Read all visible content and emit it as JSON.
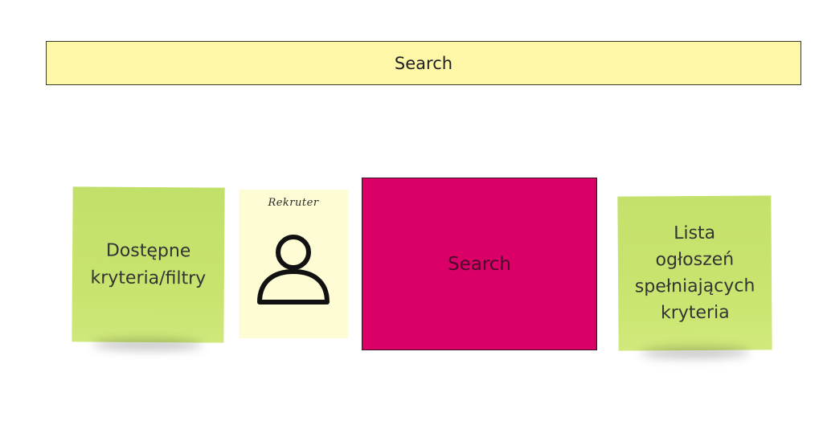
{
  "banner": {
    "label": "Search",
    "color": "#fff7a8"
  },
  "notes": {
    "filters": {
      "label": "Dostępne\nkryteria/filtry",
      "color": "#c5e26d"
    },
    "persona": {
      "label": "Rekruter",
      "icon": "user-icon",
      "color": "#fdfcd4"
    },
    "event": {
      "label": "Search",
      "color": "#db0067"
    },
    "results": {
      "label": "Lista\nogłoszeń\nspełniających\nkryteria",
      "color": "#c5e26d"
    }
  }
}
